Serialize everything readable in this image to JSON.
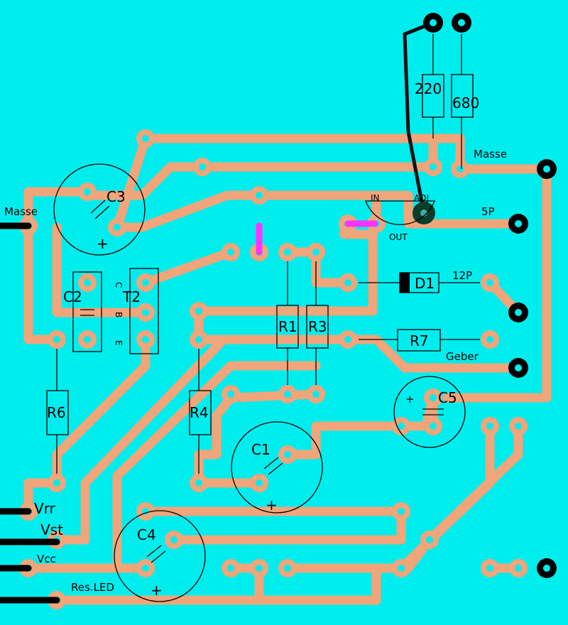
{
  "colors": {
    "background": "#00eded",
    "trace": "#f0a57a",
    "wire_black": "#000000",
    "bridge_magenta": "#ff33ff",
    "component_outline": "#000000"
  },
  "components": {
    "r_220": "220",
    "r_680": "680",
    "c3": "C3",
    "c2": "C2",
    "t2": "T2",
    "t2_pin_c": "C",
    "t2_pin_b": "B",
    "t2_pin_e": "E",
    "r1": "R1",
    "r3": "R3",
    "d1": "D1",
    "r7": "R7",
    "r6": "R6",
    "r4": "R4",
    "c1": "C1",
    "c4": "C4",
    "c5": "C5",
    "regulator_in": "IN",
    "regulator_adj": "ADJ",
    "regulator_out": "OUT",
    "plus": "+"
  },
  "connectors": {
    "masse_right": "Masse",
    "masse_left": "Masse",
    "p5": "5P",
    "p12": "12P",
    "geber": "Geber",
    "vrr": "Vrr",
    "vst": "Vst",
    "vcc": "Vcc",
    "res_led": "Res.LED"
  }
}
